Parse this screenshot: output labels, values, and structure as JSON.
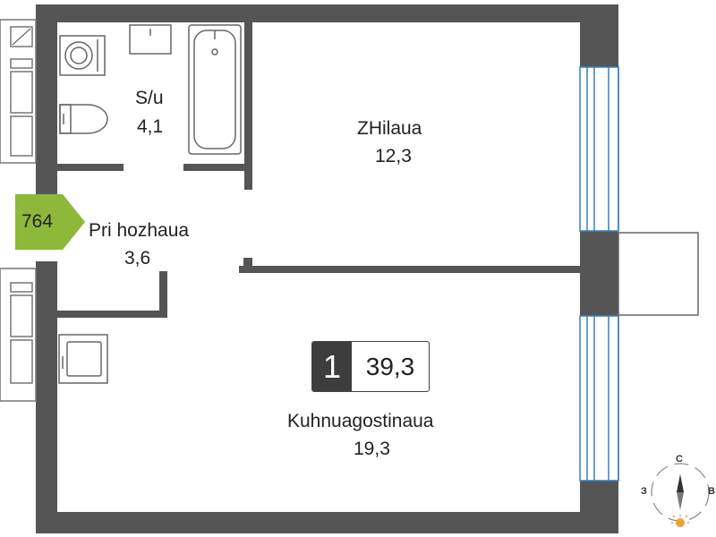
{
  "apartment": {
    "number": "764",
    "rooms_count": "1",
    "total_area": "39,3"
  },
  "rooms": [
    {
      "name": "S/u",
      "area": "4,1"
    },
    {
      "name": "ZHilaua",
      "area": "12,3"
    },
    {
      "name": "Pri hozhaua",
      "area": "3,6"
    },
    {
      "name": "Kuhnuagostinaua",
      "area": "19,3"
    }
  ],
  "compass": {
    "north": "С",
    "west": "З",
    "east": "В"
  },
  "colors": {
    "wall": "#555555",
    "badge": "#8db83a",
    "window": "#3a7ec0",
    "sun": "#e8a33c"
  }
}
